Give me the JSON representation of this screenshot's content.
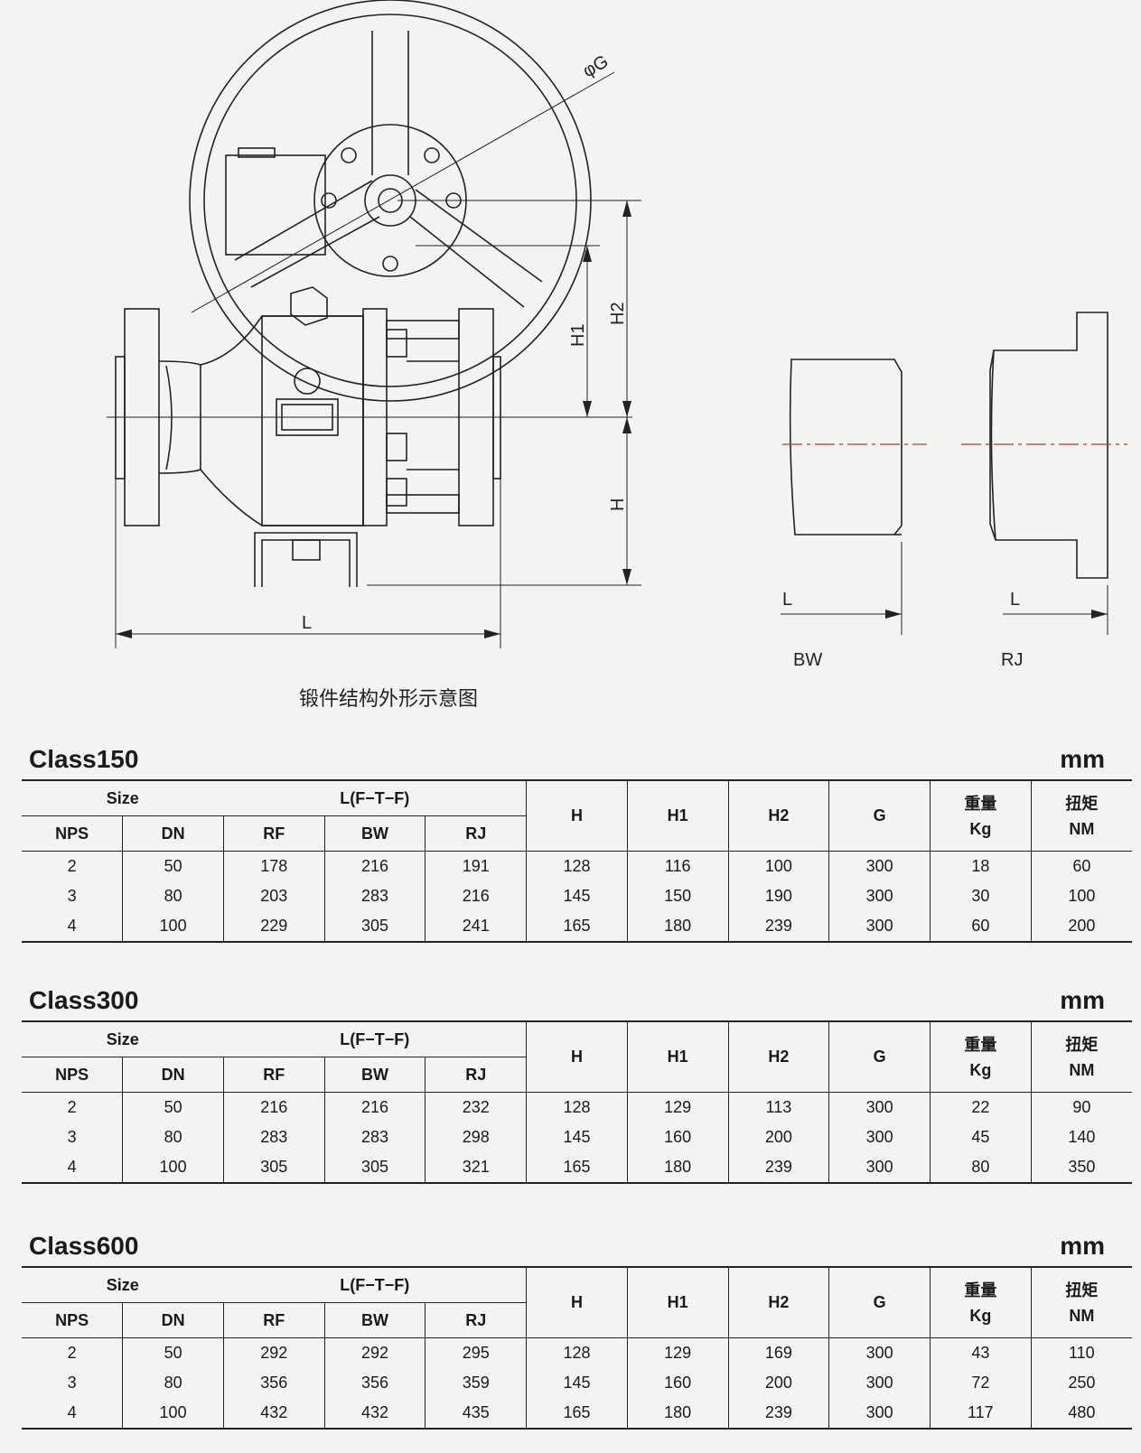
{
  "drawing": {
    "caption": "锻件结构外形示意图",
    "dim_labels": {
      "G": "φG",
      "H1": "H1",
      "H2": "H2",
      "H": "H",
      "L": "L"
    },
    "views": [
      {
        "label": "BW"
      },
      {
        "label": "RJ"
      }
    ]
  },
  "column_headers": {
    "size": "Size",
    "lftf": "L(F−T−F)",
    "nps": "NPS",
    "dn": "DN",
    "rf": "RF",
    "bw": "BW",
    "rj": "RJ",
    "h": "H",
    "h1": "H1",
    "h2": "H2",
    "g": "G",
    "weight_top": "重量",
    "weight_bottom": "Kg",
    "torque_top": "扭矩",
    "torque_bottom": "NM"
  },
  "tables": [
    {
      "title": "Class150",
      "unit": "mm",
      "rows": [
        [
          "2",
          "50",
          "178",
          "216",
          "191",
          "128",
          "116",
          "100",
          "300",
          "18",
          "60"
        ],
        [
          "3",
          "80",
          "203",
          "283",
          "216",
          "145",
          "150",
          "190",
          "300",
          "30",
          "100"
        ],
        [
          "4",
          "100",
          "229",
          "305",
          "241",
          "165",
          "180",
          "239",
          "300",
          "60",
          "200"
        ]
      ]
    },
    {
      "title": "Class300",
      "unit": "mm",
      "rows": [
        [
          "2",
          "50",
          "216",
          "216",
          "232",
          "128",
          "129",
          "113",
          "300",
          "22",
          "90"
        ],
        [
          "3",
          "80",
          "283",
          "283",
          "298",
          "145",
          "160",
          "200",
          "300",
          "45",
          "140"
        ],
        [
          "4",
          "100",
          "305",
          "305",
          "321",
          "165",
          "180",
          "239",
          "300",
          "80",
          "350"
        ]
      ]
    },
    {
      "title": "Class600",
      "unit": "mm",
      "rows": [
        [
          "2",
          "50",
          "292",
          "292",
          "295",
          "128",
          "129",
          "169",
          "300",
          "43",
          "110"
        ],
        [
          "3",
          "80",
          "356",
          "356",
          "359",
          "145",
          "160",
          "200",
          "300",
          "72",
          "250"
        ],
        [
          "4",
          "100",
          "432",
          "432",
          "435",
          "165",
          "180",
          "239",
          "300",
          "117",
          "480"
        ]
      ]
    }
  ]
}
